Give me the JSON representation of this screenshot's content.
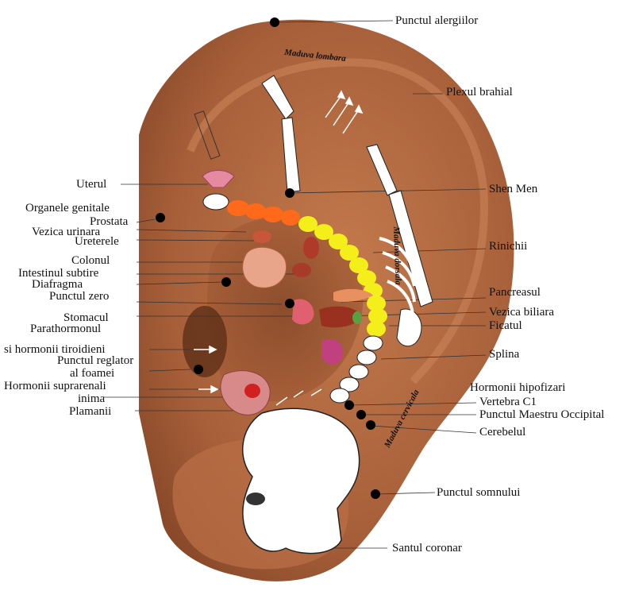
{
  "colors": {
    "skin": "#a8603a",
    "skin_light": "#c98459",
    "skin_dark": "#6e3a1f",
    "spine_upper": "#ff6a1a",
    "spine_lower": "#f4ee1a",
    "bone": "#ffffff",
    "point": "#000000"
  },
  "regions": {
    "lumbar": "Maduva lombara",
    "dorsal": "Maduva dorsala",
    "cervical": "Maduva cervicala"
  },
  "labels_left": [
    "Uterul",
    "Organele genitale",
    "Prostata",
    "Vezica urinara",
    "Ureterele",
    "Colonul",
    "Intestinul subtire",
    "Diafragma",
    "Punctul zero",
    "Stomacul",
    "Parathormonul",
    "si hormonii tiroidieni",
    "Punctul reglator",
    "al foamei",
    "Hormonii suprarenali",
    "inima",
    "Plamanii"
  ],
  "labels_right": [
    "Punctul alergiilor",
    "Plexul brahial",
    "Shen Men",
    "Rinichii",
    "Pancreasul",
    "Vezica biliara",
    "Ficatul",
    "Splina",
    "Hormonii hipofizari",
    "Vertebra C1",
    "Punctul Maestru Occipital",
    "Cerebelul",
    "Punctul somnului",
    "Santul coronar"
  ]
}
